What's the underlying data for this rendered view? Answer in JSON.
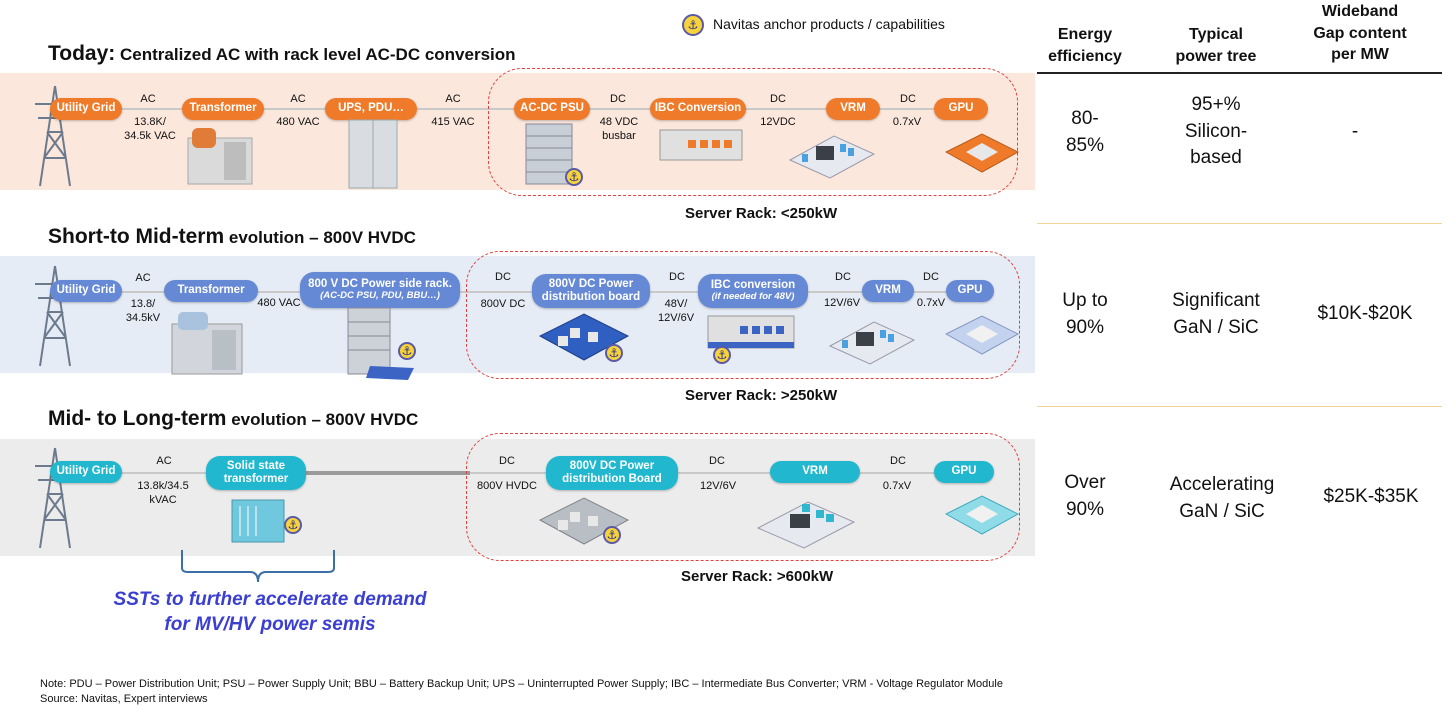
{
  "legend": {
    "text": "Navitas anchor products / capabilities",
    "icon": "anchor-icon"
  },
  "columns": {
    "efficiency": "Energy\nefficiency",
    "power_tree": "Typical\npower tree",
    "wbg": "Wideband\nGap content\nper MW"
  },
  "rows": [
    {
      "title_big": "Today:",
      "title_small": " Centralized AC with rack level AC-DC conversion",
      "nodes": [
        "Utility Grid",
        "Transformer",
        "UPS, PDU…",
        "AC-DC PSU",
        "IBC Conversion",
        "VRM",
        "GPU"
      ],
      "links": [
        {
          "type": "AC",
          "value": "13.8K/\n34.5k VAC"
        },
        {
          "type": "AC",
          "value": "480 VAC"
        },
        {
          "type": "AC",
          "value": "415 VAC"
        },
        {
          "type": "DC",
          "value": "48 VDC\nbusbar"
        },
        {
          "type": "DC",
          "value": "12VDC"
        },
        {
          "type": "DC",
          "value": "0.7xV"
        }
      ],
      "rack_label": "Server Rack: <250kW",
      "efficiency": "80-\n85%",
      "power_tree": "95+%\nSilicon-\nbased",
      "wbg": "-"
    },
    {
      "title_big": "Short-to Mid-term",
      "title_small": " evolution – 800V HVDC",
      "nodes": [
        "Utility Grid",
        "Transformer",
        "800 V DC Power side rack.",
        "800V DC Power\ndistribution board",
        "IBC conversion",
        "VRM",
        "GPU"
      ],
      "node_subs": {
        "800 V DC Power side rack.": "(AC-DC PSU, PDU, BBU…)",
        "IBC conversion": "(if needed for 48V)"
      },
      "links": [
        {
          "type": "AC",
          "value": "13.8/\n34.5kV"
        },
        {
          "type": "",
          "value": "480 VAC"
        },
        {
          "type": "DC",
          "value": "800V DC"
        },
        {
          "type": "DC",
          "value": "48V/\n12V/6V"
        },
        {
          "type": "DC",
          "value": "12V/6V"
        },
        {
          "type": "DC",
          "value": "0.7xV"
        }
      ],
      "rack_label": "Server Rack: >250kW",
      "efficiency": "Up to\n90%",
      "power_tree": "Significant\nGaN / SiC",
      "wbg": "$10K-$20K"
    },
    {
      "title_big": "Mid- to Long-term",
      "title_small": " evolution – 800V HVDC",
      "nodes": [
        "Utility Grid",
        "Solid state\ntransformer",
        "800V DC Power\ndistribution Board",
        "VRM",
        "GPU"
      ],
      "links": [
        {
          "type": "AC",
          "value": "13.8k/34.5\nkVAC"
        },
        {
          "type": "DC",
          "value": "800V HVDC"
        },
        {
          "type": "DC",
          "value": "12V/6V"
        },
        {
          "type": "DC",
          "value": "0.7xV"
        }
      ],
      "rack_label": "Server Rack: >600kW",
      "efficiency": "Over\n90%",
      "power_tree": "Accelerating\nGaN / SiC",
      "wbg": "$25K-$35K"
    }
  ],
  "sst_callout": "SSTs to further accelerate demand\nfor MV/HV power semis",
  "notes": [
    "Note: PDU – Power Distribution Unit; PSU – Power Supply Unit; BBU – Battery Backup Unit; UPS – Uninterrupted Power Supply; IBC – Intermediate Bus Converter; VRM - Voltage Regulator Module",
    "Source: Navitas, Expert interviews"
  ],
  "colors": {
    "row1_band": "#fbe7dc",
    "row2_band": "#e6ecf6",
    "row3_band": "#ececec",
    "row1_pill": "#ef7b2a",
    "row2_pill": "#6689d6",
    "row3_pill": "#21b8cf",
    "rack_border": "#e0403f",
    "callout": "#3b3fd1"
  }
}
